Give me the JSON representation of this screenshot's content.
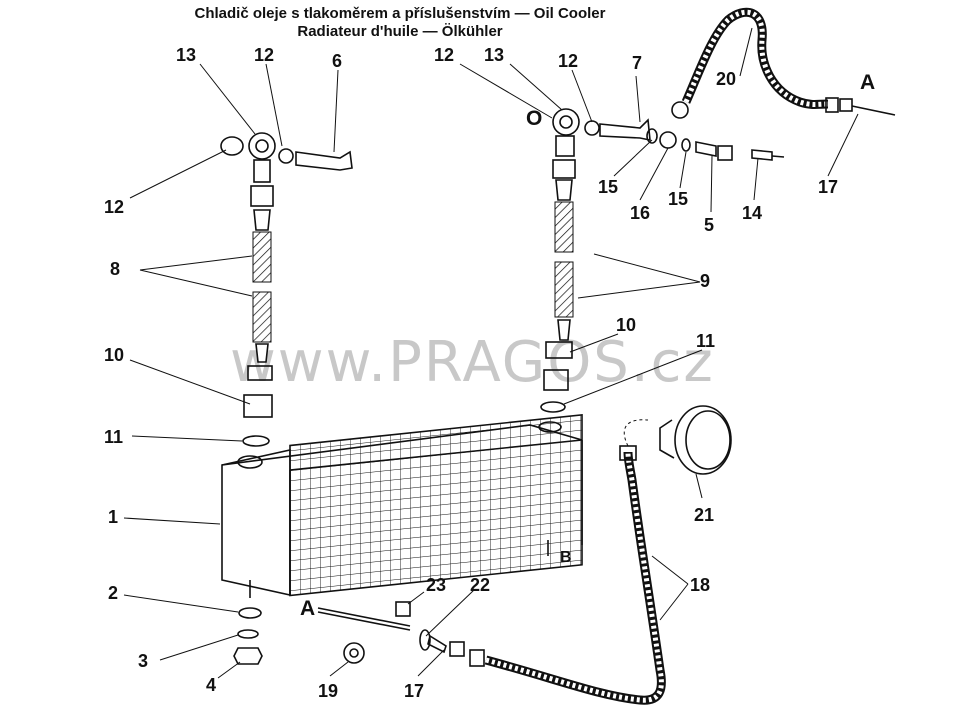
{
  "title": {
    "line1": "Chladič oleje s tlakoměrem a příslušenstvím — Oil Cooler",
    "line2": "Radiateur d'huile — Ölkühler"
  },
  "watermark": "www.PRAGOS.cz",
  "callouts": {
    "p1": "1",
    "p2": "2",
    "p3": "3",
    "p4": "4",
    "p5": "5",
    "p6": "6",
    "p7": "7",
    "p8": "8",
    "p9": "9",
    "p10a": "10",
    "p10b": "10",
    "p11a": "11",
    "p11b": "11",
    "p12a": "12",
    "p12b": "12",
    "p12c": "12",
    "p12d": "12",
    "p13a": "13",
    "p13b": "13",
    "p14": "14",
    "p15a": "15",
    "p15b": "15",
    "p16": "16",
    "p17a": "17",
    "p17b": "17",
    "p18": "18",
    "p19": "19",
    "p20": "20",
    "p21": "21",
    "p22": "22",
    "p23": "23",
    "pA1": "A",
    "pA2": "A",
    "pB": "B",
    "pO": "O"
  }
}
